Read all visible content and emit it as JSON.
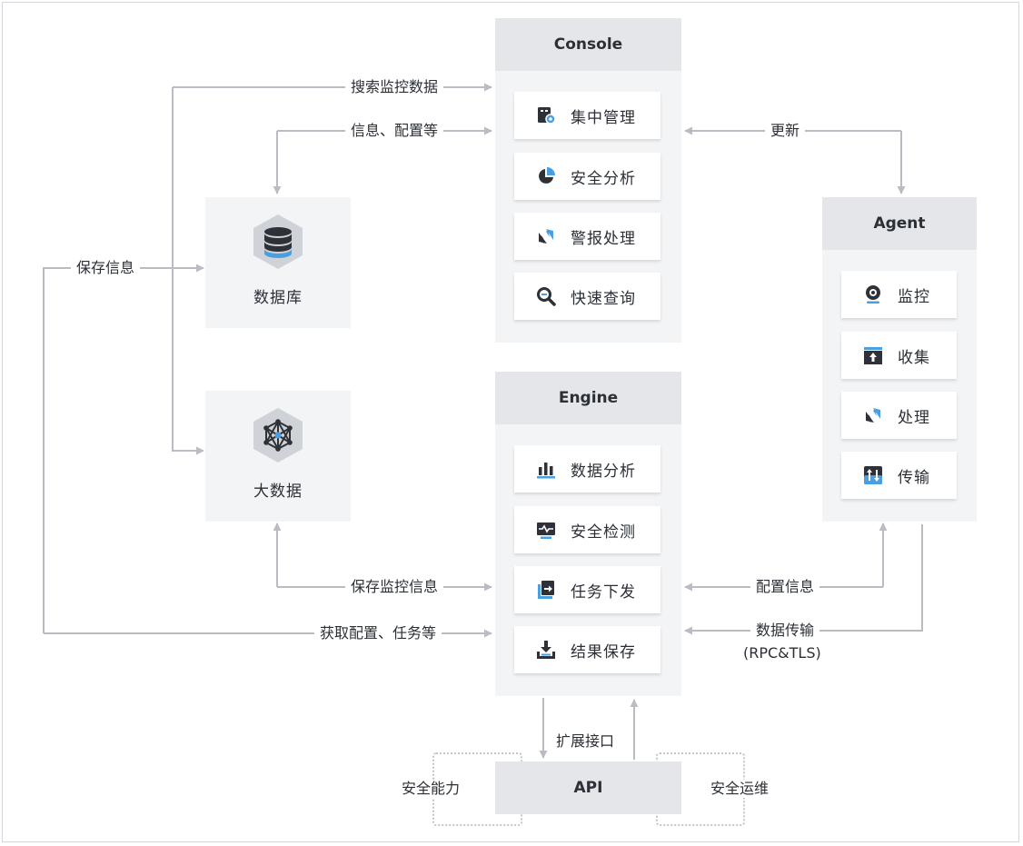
{
  "console": {
    "title": "Console",
    "items": [
      {
        "label": "集中管理",
        "icon": "central-management-icon"
      },
      {
        "label": "安全分析",
        "icon": "pie-chart-icon"
      },
      {
        "label": "警报处理",
        "icon": "refresh-arrows-icon"
      },
      {
        "label": "快速查询",
        "icon": "magnifier-icon"
      }
    ]
  },
  "engine": {
    "title": "Engine",
    "items": [
      {
        "label": "数据分析",
        "icon": "bar-chart-icon"
      },
      {
        "label": "安全检测",
        "icon": "monitor-pulse-icon"
      },
      {
        "label": "任务下发",
        "icon": "task-dispatch-icon"
      },
      {
        "label": "结果保存",
        "icon": "download-icon"
      }
    ]
  },
  "agent": {
    "title": "Agent",
    "items": [
      {
        "label": "监控",
        "icon": "webcam-icon"
      },
      {
        "label": "收集",
        "icon": "folder-upload-icon"
      },
      {
        "label": "处理",
        "icon": "refresh-arrows-icon"
      },
      {
        "label": "传输",
        "icon": "transfer-arrows-icon"
      }
    ]
  },
  "stores": {
    "database": {
      "label": "数据库",
      "icon": "database-icon"
    },
    "bigdata": {
      "label": "大数据",
      "icon": "network-hub-icon"
    }
  },
  "api": {
    "title": "API",
    "left_label": "安全能力",
    "right_label": "安全运维",
    "interface_label": "扩展接口"
  },
  "edges": {
    "search_data": "搜索监控数据",
    "info_config": "信息、配置等",
    "save_info": "保存信息",
    "update": "更新",
    "save_monitor_info": "保存监控信息",
    "get_config_tasks": "获取配置、任务等",
    "config_info": "配置信息",
    "data_transfer": "数据传输",
    "data_transfer_protocol": "(RPC&TLS)"
  },
  "colors": {
    "column_bg": "#f3f4f6",
    "header_bg": "#e4e6ea",
    "connector": "#b9bcc2",
    "icon_dark": "#2e3238",
    "icon_accent": "#4a9fe0"
  }
}
